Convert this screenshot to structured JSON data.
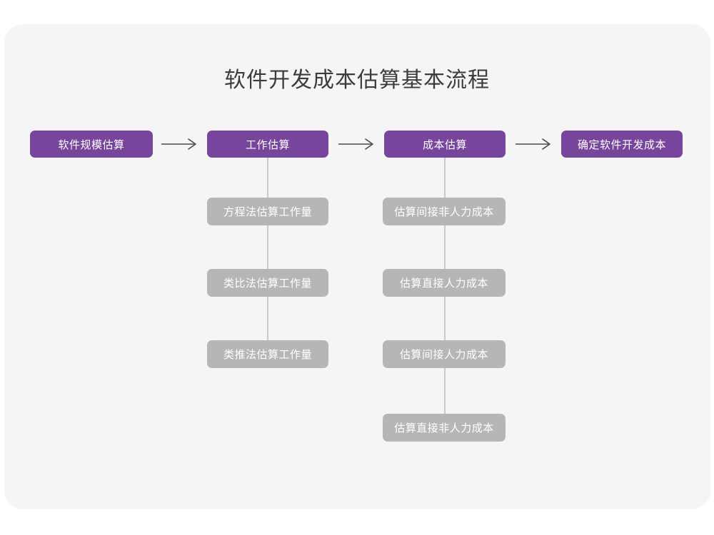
{
  "canvas": {
    "background": "#ffffff",
    "card_background": "#f5f5f5"
  },
  "colors": {
    "primary": "#77459b",
    "secondary": "#b6b6b6",
    "title_text": "#3c3c3c",
    "node_text": "#ffffff",
    "connector": "#c9c9c9",
    "arrow": "#4a4a4a"
  },
  "diagram": {
    "title": "软件开发成本估算基本流程",
    "type": "flowchart",
    "main_flow": [
      {
        "id": "step-1",
        "label": "软件规模估算"
      },
      {
        "id": "step-2",
        "label": "工作估算"
      },
      {
        "id": "step-3",
        "label": "成本估算"
      },
      {
        "id": "step-4",
        "label": "确定软件开发成本"
      }
    ],
    "arrows": [
      {
        "id": "arrow-1",
        "glyph": "long-right-arrow-icon",
        "from": "step-1",
        "to": "step-2"
      },
      {
        "id": "arrow-2",
        "glyph": "long-right-arrow-icon",
        "from": "step-2",
        "to": "step-3"
      },
      {
        "id": "arrow-3",
        "glyph": "long-right-arrow-icon",
        "from": "step-3",
        "to": "step-4"
      }
    ],
    "branches": [
      {
        "parent": "step-2",
        "parent_label": "工作估算",
        "items": [
          {
            "id": "work-1",
            "label": "方程法估算工作量"
          },
          {
            "id": "work-2",
            "label": "类比法估算工作量"
          },
          {
            "id": "work-3",
            "label": "类推法估算工作量"
          }
        ]
      },
      {
        "parent": "step-3",
        "parent_label": "成本估算",
        "items": [
          {
            "id": "cost-1",
            "label": "估算间接非人力成本"
          },
          {
            "id": "cost-2",
            "label": "估算直接人力成本"
          },
          {
            "id": "cost-3",
            "label": "估算间接人力成本"
          },
          {
            "id": "cost-4",
            "label": "估算直接非人力成本"
          }
        ]
      }
    ]
  }
}
